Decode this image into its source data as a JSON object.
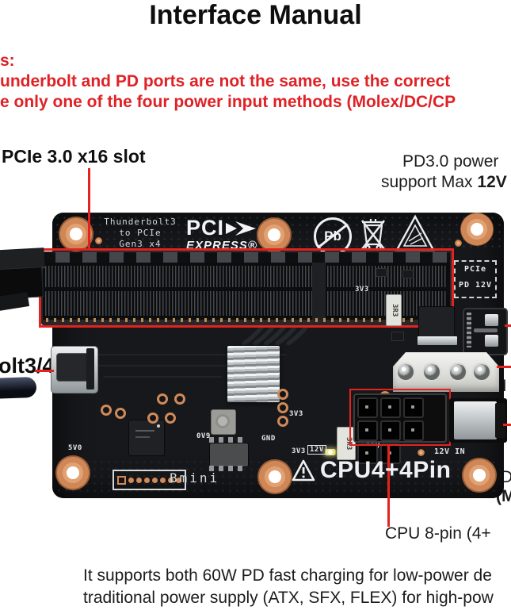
{
  "title": "Interface Manual",
  "tips": {
    "line1": "s:",
    "line2": "underbolt and PD ports are not the same, use the correct",
    "line3": "e only one of the four power input methods (Molex/DC/CP"
  },
  "labels": {
    "pcie_slot": "PCIe 3.0 x16 slot",
    "pd_line1": "PD3.0 power",
    "pd_line2_normal": "support Max ",
    "pd_line2_bold": "12V",
    "thunderbolt": "olt3/4",
    "molex_cut": "M",
    "dc_cut_line1": "D",
    "dc_cut_line2": "(M",
    "cpu8pin": "CPU 8-pin (4+"
  },
  "board": {
    "silk_thunderbolt": [
      "Thunderbolt3",
      "to PCIe",
      "Gen3 x4"
    ],
    "pci_logo": {
      "top": "PCI",
      "bottom": "EXPRESS®"
    },
    "pb_symbol": "Pb",
    "pcie_box": [
      "PCIe",
      "PD 12V"
    ],
    "cpu_silk": "CPU4+4Pin",
    "bmini": "Bmini",
    "small_labels": {
      "l_3v3_top": "3V3",
      "l_3r3_top": "3R3",
      "l_3r3_low": "3R3",
      "l_0v9": "0V9",
      "l_gnd": "GND",
      "l_5v0": "5V0",
      "l_3v3_mid": "3V3",
      "l_3v3_low": "3V3",
      "l_12v_a": "12V",
      "l_12v_b": "12V",
      "l_12v_in": "12V IN"
    }
  },
  "footer": {
    "line1": "It supports both 60W PD fast charging for low-power de",
    "line2": "traditional power supply (ATX, SFX, FLEX) for high-pow"
  },
  "colors": {
    "annotation_red": "#e5221e",
    "pcb": "#17181b",
    "copper": "#d08a59",
    "silkscreen": "#e4e7e8"
  }
}
